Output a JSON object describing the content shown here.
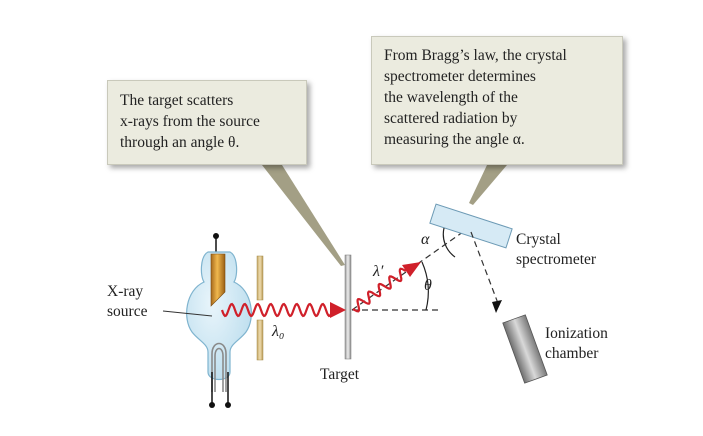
{
  "callouts": {
    "left": {
      "lines": [
        "The target scatters",
        "x-rays from the source",
        "through an angle θ."
      ]
    },
    "right": {
      "lines": [
        "From Bragg’s law, the crystal",
        "spectrometer determines",
        "the wavelength of the",
        "scattered radiation by",
        "measuring the angle α."
      ]
    }
  },
  "labels": {
    "xray_source": [
      "X-ray",
      "source"
    ],
    "target": "Target",
    "crystal_spectrometer": [
      "Crystal",
      "spectrometer"
    ],
    "ionization_chamber": [
      "Ionization",
      "chamber"
    ],
    "lambda0": "λ₀",
    "lambda_prime": "λ′",
    "theta": "θ",
    "alpha": "α"
  },
  "colors": {
    "callout_bg": "#ebebdf",
    "pointer": "#a39f85",
    "wave": "#d0202a",
    "tube_glass": "#cfe7f3",
    "crystal": "#d6eaf5",
    "slit": "#dcc89a",
    "target": "#c8c8c8",
    "detector": "#9a9a9a"
  }
}
